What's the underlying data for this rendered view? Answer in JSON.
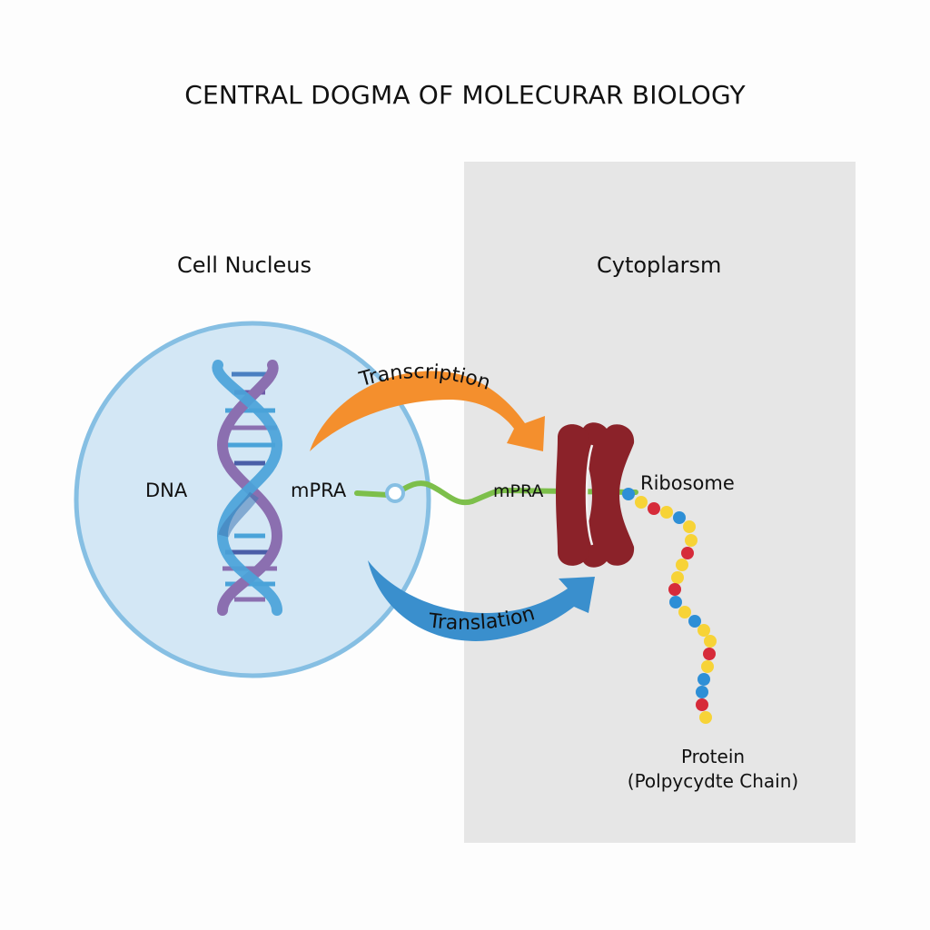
{
  "title": "CENTRAL DOGMA OF MOLECURAR BIOLOGY",
  "regions": {
    "nucleus": "Cell Nucleus",
    "cytoplasm": "Cytoplarsm"
  },
  "labels": {
    "dna": "DNA",
    "mrna_nucleus": "mPRA",
    "mrna_cytoplasm": "mPRA",
    "ribosome": "Ribosome",
    "protein_line1": "Protein",
    "protein_line2": "(Polpycydte Chain)"
  },
  "arrows": {
    "transcription": "Transcription",
    "translation": "Translation"
  },
  "colors": {
    "nucleus_fill": "#d3e7f5",
    "nucleus_stroke": "#86bfe3",
    "cytoplasm_fill": "#e6e6e6",
    "transcription_arrow": "#f48f2d",
    "translation_arrow": "#3a8fcd",
    "mrna_strand": "#7dbf4b",
    "ribosome": "#8b2229",
    "dna_strand_a": "#4aa3d9",
    "dna_strand_b": "#8b6fb0",
    "bead_blue": "#2e8fd6",
    "bead_yellow": "#f7d337",
    "bead_red": "#d62b3a"
  },
  "protein_chain": [
    "blue",
    "yellow",
    "red",
    "yellow",
    "blue",
    "yellow",
    "yellow",
    "red",
    "yellow",
    "yellow",
    "red",
    "blue",
    "yellow",
    "blue",
    "yellow",
    "yellow",
    "red",
    "yellow",
    "blue",
    "blue",
    "red",
    "yellow"
  ]
}
